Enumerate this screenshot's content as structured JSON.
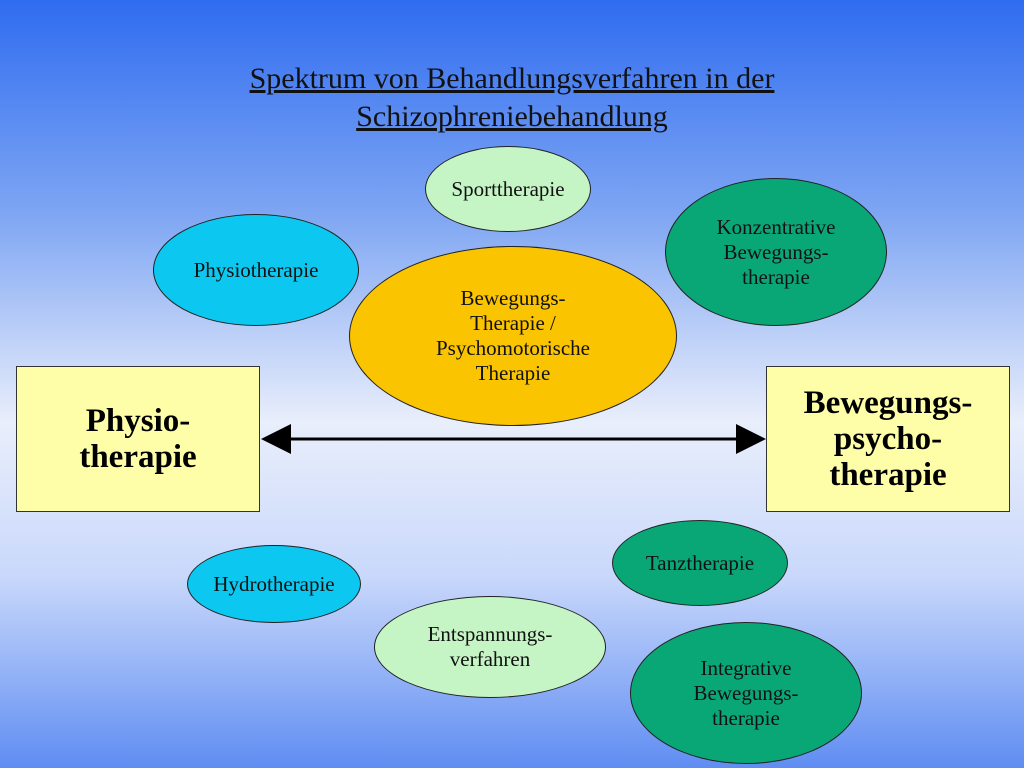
{
  "title": {
    "line1": "Spektrum von Behandlungsverfahren in der",
    "line2": "Schizophreniebehandlung"
  },
  "nodes": {
    "sporttherapie": [
      "Sporttherapie"
    ],
    "physiotherapie_ellipse": [
      "Physiotherapie"
    ],
    "konzentrative": [
      "Konzentrative",
      "Bewegungs-",
      "therapie"
    ],
    "bewegungstherapie": [
      "Bewegungs-",
      "Therapie /",
      "Psychomotorische",
      "Therapie"
    ],
    "hydrotherapie": [
      "Hydrotherapie"
    ],
    "tanztherapie": [
      "Tanztherapie"
    ],
    "entspannung": [
      "Entspannungs-",
      "verfahren"
    ],
    "integrative": [
      "Integrative",
      "Bewegungs-",
      "therapie"
    ]
  },
  "boxes": {
    "left": [
      "Physio-",
      "therapie"
    ],
    "right": [
      "Bewegungs-",
      "psycho-",
      "therapie"
    ]
  },
  "colors": {
    "cyan": "#0cc8f0",
    "green": "#0aa776",
    "light_green": "#c5f5c5",
    "gold": "#fbc400",
    "box_yellow": "#fefea8"
  }
}
